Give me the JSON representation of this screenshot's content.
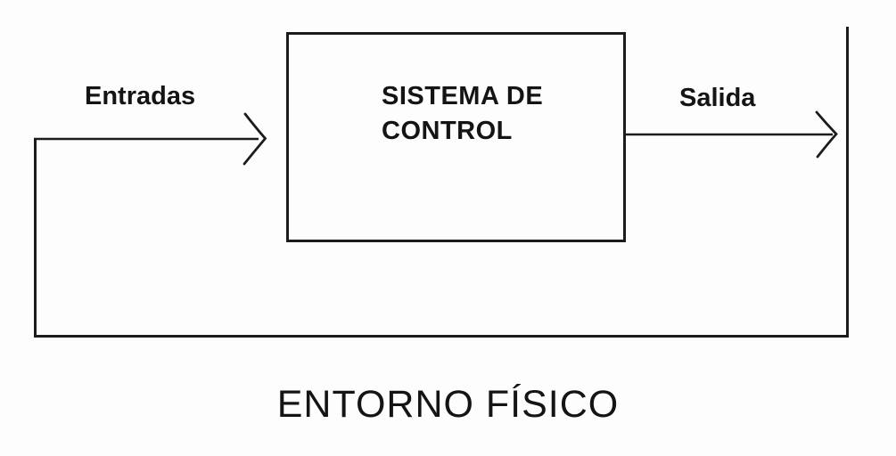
{
  "diagram": {
    "title": "control-system-feedback-diagram",
    "background_color": "#fdfdfd",
    "line_color": "#1c1c1c",
    "text_color": "#141414",
    "control_box": {
      "label": "SISTEMA DE\nCONTROL"
    },
    "input_arrow": {
      "label": "Entradas",
      "direction": "right"
    },
    "output_arrow": {
      "label": "Salida",
      "direction": "right"
    },
    "environment_label": "ENTORNO FÍSICO",
    "icons": [
      "arrowhead-right-icon",
      "arrowhead-right-icon"
    ]
  }
}
